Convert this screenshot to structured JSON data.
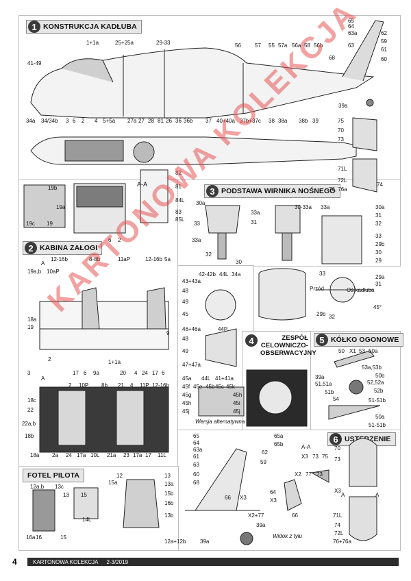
{
  "sections": {
    "s1": {
      "num": "1",
      "title": "KONSTRUKCJA KADŁUBA"
    },
    "s2": {
      "num": "2",
      "title": "KABINA ZAŁOGI"
    },
    "s3": {
      "num": "3",
      "title": "PODSTAWA WIRNIKA NOŚNEGO"
    },
    "s4": {
      "num": "4",
      "title": "ZESPÓŁ CELOWNICZO-OBSERWACYJNY"
    },
    "s5": {
      "num": "5",
      "title": "KÓŁKO OGONOWE"
    },
    "s6": {
      "num": "6",
      "title": "USTERZENIE"
    },
    "s7": {
      "title": "FOTEL PILOTA"
    }
  },
  "sectionAA": "A-A",
  "altVersion": "Wersja alternatywna",
  "rearView": "Widok z tyłu",
  "front": "Przód",
  "axis": "Oś kadłuba",
  "angle": "45°",
  "watermark": "KARTONOWA KOLEKCJA",
  "footer": {
    "page": "4",
    "brand": "KARTONOWA KOLEKCJA",
    "issue": "2-3/2019"
  },
  "labels": {
    "fuse_top": [
      "1+1a",
      "25+25a",
      "29-33",
      "56",
      "57",
      "55",
      "57a",
      "56a",
      "58",
      "56b",
      "63",
      "65",
      "64",
      "63a",
      "62",
      "59",
      "61",
      "60",
      "68",
      "41-49"
    ],
    "fuse_bottom": [
      "34a",
      "34/34b",
      "3",
      "6",
      "2",
      "4",
      "5+5a",
      "27a",
      "27",
      "28",
      "81",
      "26",
      "36",
      "36b",
      "37",
      "40+40a",
      "37b+37c",
      "38",
      "38a",
      "38b",
      "39",
      "39a"
    ],
    "plan": [
      "75",
      "70",
      "73",
      "71L",
      "72L",
      "76, 76a",
      "74",
      "82",
      "81",
      "84L",
      "83",
      "85L"
    ],
    "cockpit": [
      "12-16b",
      "8-8b",
      "11aP",
      "12-16b",
      "5a",
      "19a,b",
      "10aP",
      "18a",
      "19",
      "9",
      "3",
      "2",
      "17",
      "6",
      "9a",
      "1+1a",
      "20",
      "4",
      "24",
      "17",
      "6",
      "A",
      "A"
    ],
    "cockpit_plan": [
      "2",
      "10P",
      "8b",
      "21",
      "4",
      "11P",
      "12-16b",
      "18c",
      "22",
      "22a,b",
      "18b",
      "18a",
      "2a",
      "24",
      "17a",
      "10L",
      "21a",
      "23",
      "17a",
      "17",
      "11L"
    ],
    "aa": [
      "19b",
      "19a",
      "19",
      "19c",
      "6",
      "2"
    ],
    "rotor": [
      "30a",
      "33a",
      "31",
      "33",
      "33a",
      "32",
      "30",
      "30-33a",
      "33a",
      "30a",
      "31",
      "32",
      "33",
      "29b",
      "30",
      "29",
      "33",
      "29a",
      "31",
      "29b",
      "32"
    ],
    "sight": [
      "42-42b",
      "44L",
      "34a",
      "43+43a",
      "48",
      "49",
      "45",
      "46+46a",
      "44P",
      "48",
      "49",
      "47+47a",
      "45a",
      "44L",
      "41+41a",
      "45f",
      "45e",
      "45b",
      "45c",
      "45k",
      "45g",
      "45h",
      "45h",
      "45i",
      "45j",
      "45j"
    ],
    "wheel": [
      "50",
      "X1",
      "53",
      "50a",
      "53a,53b",
      "50b",
      "39a",
      "51,51a",
      "52,52a",
      "51b",
      "52b",
      "54",
      "51-51b",
      "50a",
      "51-51b"
    ],
    "tail": [
      "65",
      "65a",
      "64",
      "65b",
      "63a",
      "62",
      "61",
      "59",
      "63",
      "60",
      "68",
      "66",
      "X3",
      "64",
      "X3",
      "X2+77",
      "66",
      "39a",
      "39a"
    ],
    "tail_aa": [
      "A-A",
      "X3",
      "73",
      "75",
      "X2",
      "77",
      "73"
    ],
    "tail_plan": [
      "75",
      "70",
      "73",
      "X3",
      "A",
      "A",
      "71L",
      "74",
      "72L",
      "76+76a"
    ],
    "seat": [
      "12a,b",
      "13c",
      "13",
      "15",
      "14L",
      "16a",
      "16",
      "15",
      "12",
      "13",
      "15a",
      "13a",
      "15b",
      "16b",
      "13b",
      "12a+12b"
    ]
  }
}
